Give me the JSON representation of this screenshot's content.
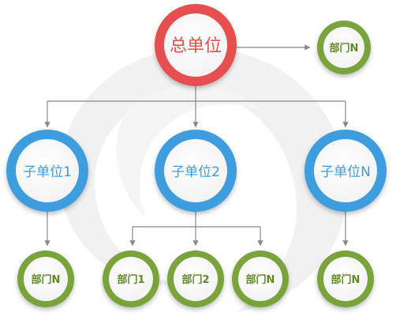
{
  "colors": {
    "root_ring": "#e6504e",
    "root_text": "#e6504e",
    "sub_ring": "#3d9ddf",
    "sub_text": "#3d9ddf",
    "dept_ring": "#7aa33a",
    "dept_text": "#5f8a24",
    "connector": "#888888",
    "watermark": "#ebebeb"
  },
  "root": {
    "label": "总单位"
  },
  "top_dept": {
    "label": "部门N"
  },
  "sub_units": [
    {
      "label": "子单位1"
    },
    {
      "label": "子单位2"
    },
    {
      "label": "子单位N"
    }
  ],
  "departments": [
    {
      "label": "部门N"
    },
    {
      "label": "部门1"
    },
    {
      "label": "部门2"
    },
    {
      "label": "部门N"
    },
    {
      "label": "部门N"
    }
  ]
}
